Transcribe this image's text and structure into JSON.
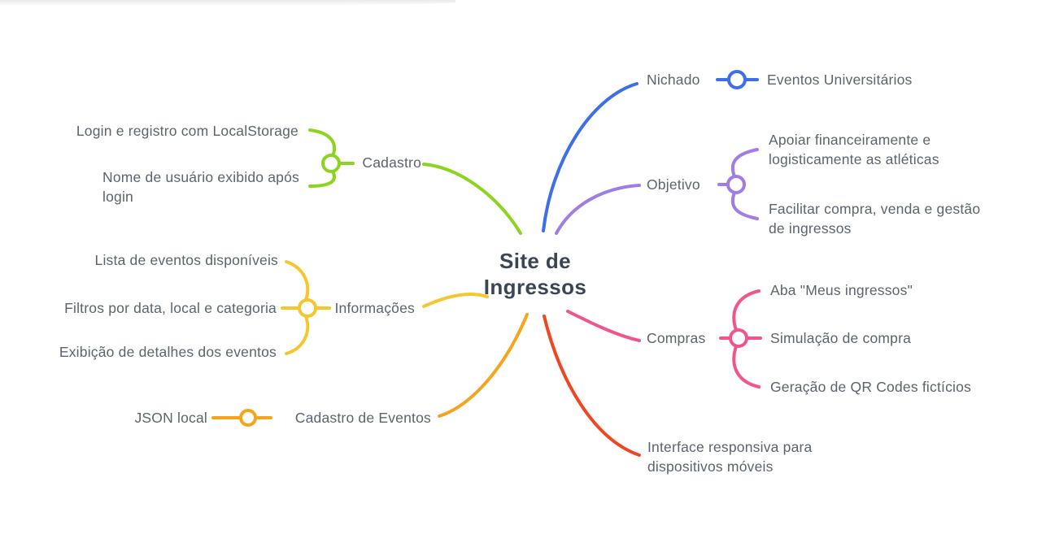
{
  "center": {
    "title": "Site de\nIngressos",
    "color": "#3C4554"
  },
  "text_color": "#5B6470",
  "branches": {
    "cadastro": {
      "label": "Cadastro",
      "color": "#8CD41F",
      "children": {
        "login_storage": "Login e registro com LocalStorage",
        "nome_usuario": "Nome de usuário exibido após\nlogin"
      }
    },
    "informacoes": {
      "label": "Informações",
      "color": "#F6C62E",
      "children": {
        "lista": "Lista de eventos disponíveis",
        "filtros": "Filtros por data, local e categoria",
        "exibicao": "Exibição de detalhes dos eventos"
      }
    },
    "cadastro_eventos": {
      "label": "Cadastro de Eventos",
      "color": "#F5A41D",
      "children": {
        "json_local": "JSON local"
      }
    },
    "nichado": {
      "label": "Nichado",
      "color": "#3D6FE8",
      "children": {
        "eventos_univ": "Eventos Universitários"
      }
    },
    "objetivo": {
      "label": "Objetivo",
      "color": "#A07CE5",
      "children": {
        "apoiar": "Apoiar financeiramente e\nlogisticamente as atléticas",
        "facilitar": "Facilitar compra, venda e gestão\nde ingressos"
      }
    },
    "compras": {
      "label": "Compras",
      "color": "#EF568F",
      "children": {
        "aba": "Aba \"Meus ingressos\"",
        "simulacao": "Simulação de compra",
        "geracao": "Geração de QR Codes fictícios"
      }
    },
    "interface": {
      "label": "Interface responsiva para\ndispositivos móveis",
      "color": "#F04722"
    }
  }
}
